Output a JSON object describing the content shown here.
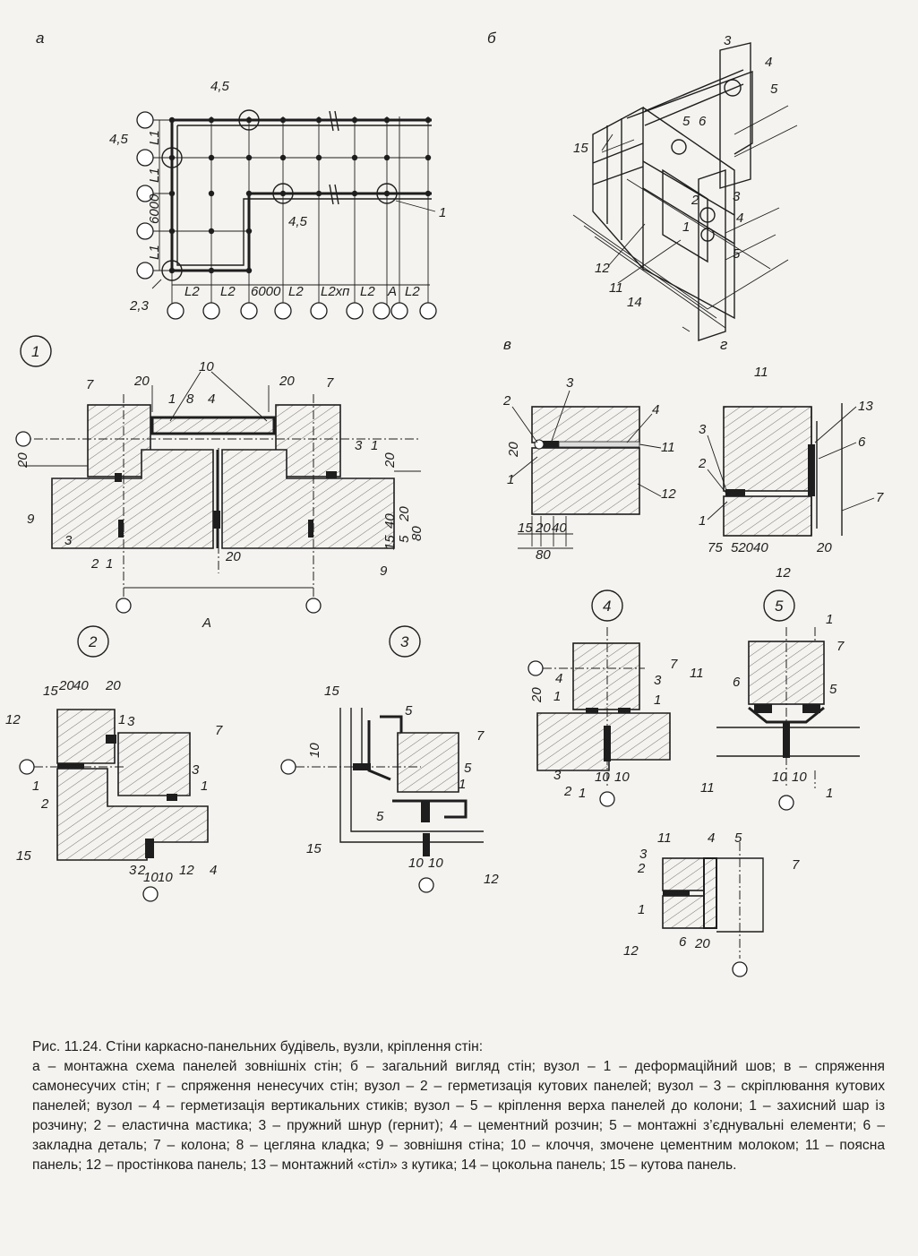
{
  "panels": {
    "a": "а",
    "b": "б",
    "v": "в",
    "g": "г"
  },
  "nodes": [
    "1",
    "2",
    "3",
    "4",
    "5"
  ],
  "plan": {
    "callouts": [
      "4,5",
      "4,5",
      "4,5",
      "2,3",
      "1"
    ],
    "vertical_dims": [
      "L1",
      "L1",
      "6000",
      "L1"
    ],
    "horizontal_dims": [
      "L2",
      "L2",
      "6000",
      "L2",
      "L2хп",
      "L2",
      "A",
      "L2"
    ]
  },
  "dims": {
    "d20": "20",
    "d40": "40",
    "d80": "80",
    "d5": "5",
    "d15": "15",
    "d10": "10",
    "d75": "75",
    "d52040": "52040",
    "d10b": "10",
    "A": "A"
  },
  "numbers": {
    "n1": "1",
    "n2": "2",
    "n3": "3",
    "n4": "4",
    "n5": "5",
    "n6": "6",
    "n7": "7",
    "n8": "8",
    "n9": "9",
    "n10": "10",
    "n11": "11",
    "n12": "12",
    "n13": "13",
    "n14": "14",
    "n15": "15"
  },
  "caption": {
    "title": "Рис. 11.24. Стіни каркасно-панельних будівель, вузли, кріплення стін:",
    "body": "а – монтажна схема панелей зовнішніх стін; б – загальний вигляд стін; вузол – 1 – деформаційний шов; в – спряження самонесучих стін; г – спряження ненесучих стін; вузол – 2 – герметизація кутових панелей; вузол – 3 – скріплювання кутових панелей; вузол – 4 – герметизація вертикальних стиків; вузол – 5 – кріплення верха панелей до колони; 1 – захисний шар із розчину; 2 – еластична мастика; 3 – пружний шнур (гернит); 4 – цементний розчин; 5 – монтажні з’єднувальні елементи; 6 – закладна деталь; 7 – колона; 8 – цегляна кладка; 9 – зовнішня стіна; 10 – клоччя, змочене цементним молоком; 11 – поясна панель; 12 – простінкова панель; 13 – монтажний «стіл» з кутика; 14 – цокольна панель; 15 – кутова панель."
  }
}
